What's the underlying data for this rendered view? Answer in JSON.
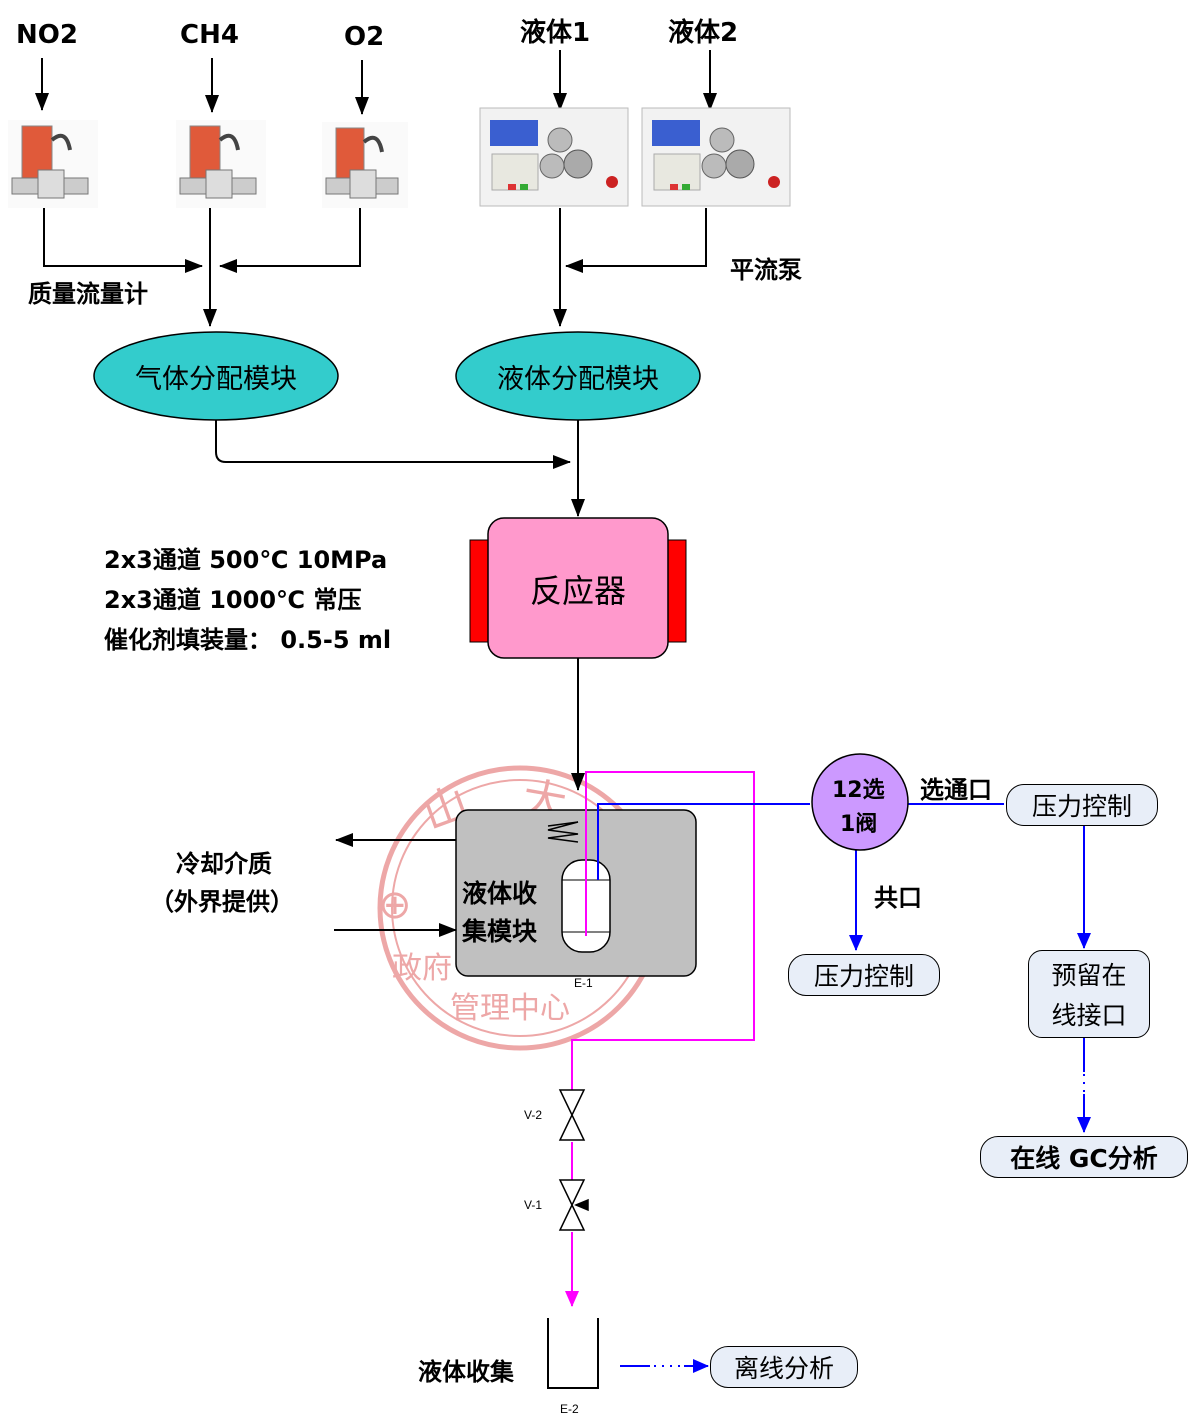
{
  "gases": [
    "NO2",
    "CH4",
    "O2"
  ],
  "liquids": [
    "液体1",
    "液体2"
  ],
  "mfc_label": "质量流量计",
  "pump_label": "平流泵",
  "gas_module": "气体分配模块",
  "liquid_module": "液体分配模块",
  "specs": [
    "2x3通道 500℃ 10MPa",
    "2x3通道 1000℃  常压",
    "催化剂填装量：  0.5-5 ml"
  ],
  "reactor": "反应器",
  "coolant": [
    "冷却介质",
    "（外界提供）"
  ],
  "collector_module": [
    "液体收",
    "集模块"
  ],
  "collector_tag": "E-1",
  "valve12": [
    "12选",
    "1阀"
  ],
  "select_port": "选通口",
  "common_port": "共口",
  "pressure_control_1": "压力控制",
  "pressure_control_2": "压力控制",
  "reserved_port": [
    "预留在",
    "线接口"
  ],
  "online_gc": "在线 GC分析",
  "valve_tags": [
    "V-2",
    "V-1"
  ],
  "liquid_collect": "液体收集",
  "vessel_tag": "E-2",
  "offline_analysis": "离线分析",
  "stamp_text": [
    "山",
    "大",
    "政府",
    "管理中心"
  ],
  "colors": {
    "ellipse": "#33cccc",
    "reactor": "#ff99cc",
    "heater": "#ff0000",
    "collector": "#c0c0c0",
    "valve": "#cc99ff",
    "magenta_line": "#ff00ff",
    "blue_line": "#0000ff",
    "stamp": "#e06060"
  }
}
